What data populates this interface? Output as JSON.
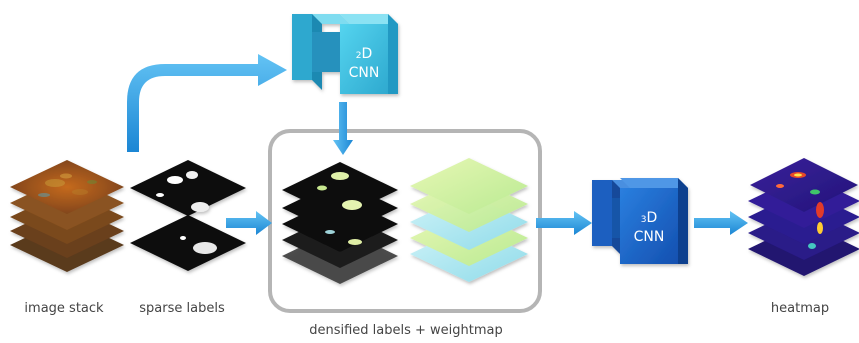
{
  "labels": {
    "image_stack": "image stack",
    "sparse_labels": "sparse labels",
    "densified": "densified labels + weightmap",
    "heatmap": "heatmap"
  },
  "cnn2d": {
    "dim": "2",
    "sup": "D",
    "name": "CNN"
  },
  "cnn3d": {
    "dim": "3",
    "sup": "D",
    "name": "CNN"
  },
  "colors": {
    "arrow": "#3aa3e6",
    "arrow_dark": "#1c7fc4",
    "cnn2d_face": "#3dbfe0",
    "cnn3d_face": "#1a66c8",
    "frame": "#b5b5b5"
  },
  "icons": {
    "image_stack": "stacked-layers-icon",
    "sparse_labels": "mask-layers-icon",
    "densified_labels": "dense-mask-layers-icon",
    "weightmap": "weightmap-layers-icon",
    "heatmap": "heatmap-layers-icon"
  }
}
